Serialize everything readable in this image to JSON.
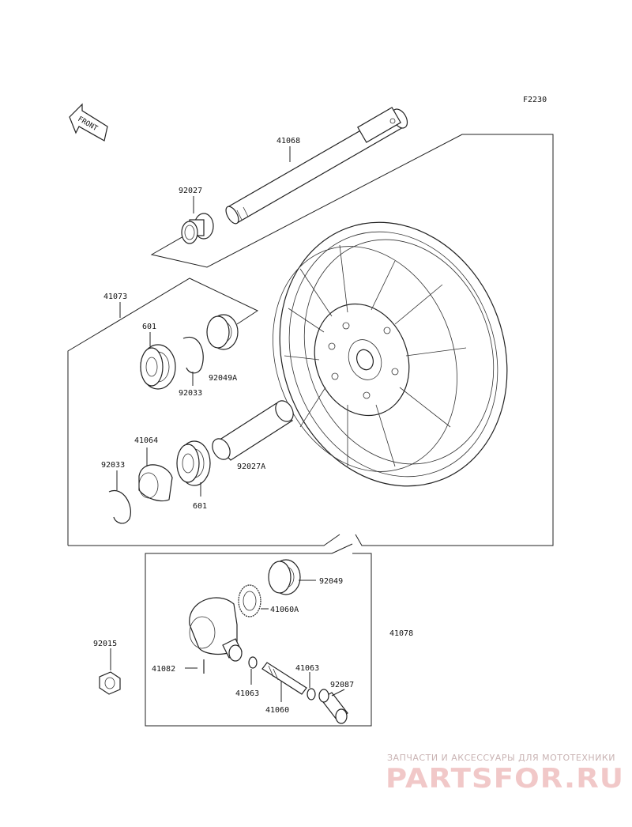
{
  "figure_code": "F2230",
  "front_arrow_label": "FRONT",
  "part_numbers": {
    "axle": "41068",
    "collar_left": "92027",
    "assembly_41073": "41073",
    "bearing_upper": "601",
    "bearing_lower": "601",
    "oil_seal": "92049A",
    "circlip_upper": "92033",
    "circlip_lower": "92033",
    "cover_41064": "41064",
    "collar_92027a": "92027A",
    "oil_seal_92049": "92049",
    "gear_41060a": "41060A",
    "assembly_41078": "41078",
    "nut_92015": "92015",
    "pin_41082": "41082",
    "washer_41063_left": "41063",
    "washer_41063_right": "41063",
    "gear_41060": "41060",
    "bushing_92087": "92087"
  },
  "watermark": {
    "caption": "ЗАПЧАСТИ И АКСЕССУАРЫ ДЛЯ МОТОТЕХНИКИ",
    "logo": "PARTSFOR.RU"
  }
}
